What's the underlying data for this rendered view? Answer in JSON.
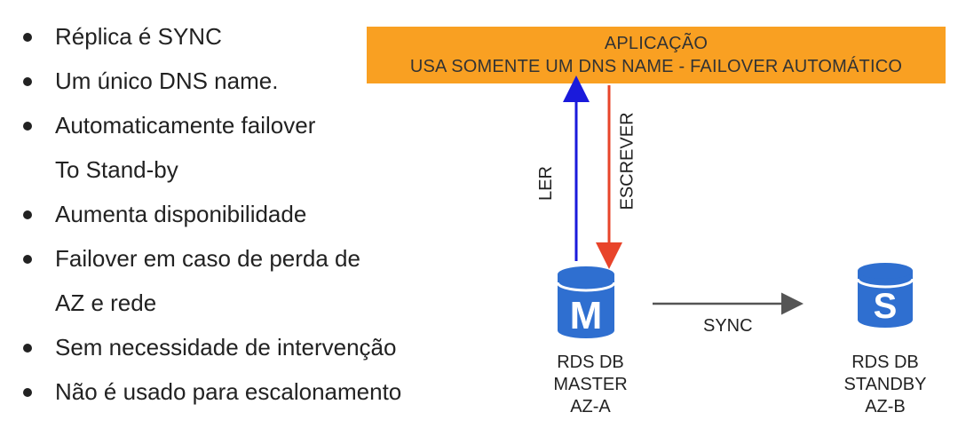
{
  "bullets": [
    {
      "text": "Réplica é SYNC",
      "bullet": true
    },
    {
      "text": "Um único DNS name.",
      "bullet": true
    },
    {
      "text": "Automaticamente failover",
      "bullet": true
    },
    {
      "text": "To Stand-by",
      "bullet": false
    },
    {
      "text": "Aumenta disponibilidade",
      "bullet": true
    },
    {
      "text": "Failover em caso de perda de",
      "bullet": true
    },
    {
      "text": "AZ e rede",
      "bullet": false
    },
    {
      "text": "Sem necessidade de intervenção",
      "bullet": true
    },
    {
      "text": "Não é usado para escalonamento",
      "bullet": true
    }
  ],
  "app": {
    "line1": "APLICAÇÃO",
    "line2": "USA SOMENTE UM DNS NAME - FAILOVER AUTOMÁTICO"
  },
  "arrows": {
    "read_label": "LER",
    "write_label": "ESCREVER",
    "sync_label": "SYNC"
  },
  "master": {
    "icon_letter": "M",
    "line1": "RDS DB",
    "line2": "MASTER",
    "line3": "AZ-A"
  },
  "standby": {
    "icon_letter": "S",
    "line1": "RDS DB",
    "line2": "STANDBY",
    "line3": "AZ-B"
  },
  "colors": {
    "app_bar": "#f9a022",
    "read_arrow": "#1a1adb",
    "write_arrow": "#e8442a",
    "db_icon": "#2f6fd0",
    "sync_arrow": "#555555"
  }
}
